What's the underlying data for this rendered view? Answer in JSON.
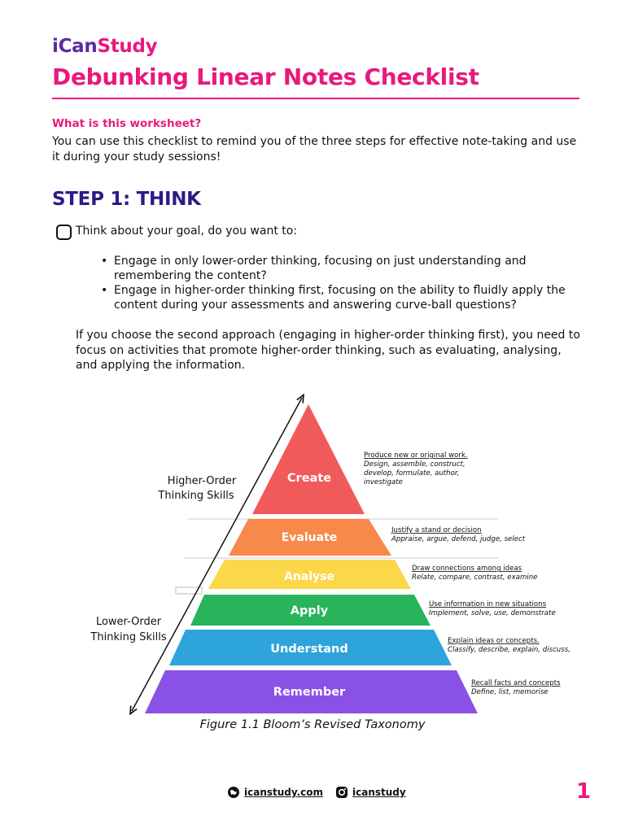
{
  "brand": {
    "logo_i": "i",
    "logo_can": "Can",
    "logo_study": "Study"
  },
  "title": "Debunking Linear Notes Checklist",
  "worksheet_question": "What is this worksheet?",
  "intro": "You can use this checklist to remind you of the three steps for effective note-taking and use it during your study sessions!",
  "step1": {
    "heading": "STEP 1: THINK",
    "checkbox_label": "Think about your goal, do you want to:",
    "bullets": [
      "Engage in only lower-order thinking, focusing on just understanding and remembering the content?",
      "Engage in higher-order thinking first, focusing on the ability to fluidly apply the content during your assessments and answering curve-ball questions?"
    ],
    "paragraph": "If you choose the second approach (engaging in higher-order thinking first), you need to focus on activities that promote higher-order thinking, such as evaluating, analysing, and applying the information."
  },
  "pyramid": {
    "higher_label": [
      "Higher-Order",
      "Thinking Skills"
    ],
    "lower_label": [
      "Lower-Order",
      "Thinking Skills"
    ],
    "levels": [
      {
        "name": "Create",
        "color": "#f15a5a",
        "desc_head": "Produce new or original work.",
        "desc_lines": [
          "Design, assemble, construct,",
          "develop, formulate, author,",
          "investigate"
        ]
      },
      {
        "name": "Evaluate",
        "color": "#f7894a",
        "desc_head": "Justify a stand or decision",
        "desc_lines": [
          "Appraise, argue, defend, judge, select"
        ]
      },
      {
        "name": "Analyse",
        "color": "#fbd74a",
        "desc_head": "Draw connections among ideas",
        "desc_lines": [
          "Relate, compare, contrast, examine"
        ]
      },
      {
        "name": "Apply",
        "color": "#27b45a",
        "desc_head": "Use information in new situations",
        "desc_lines": [
          "Implement, solve, use, demonstrate"
        ]
      },
      {
        "name": "Understand",
        "color": "#2ea4dc",
        "desc_head": "Explain ideas or concepts.",
        "desc_lines": [
          "Classify, describe, explain, discuss,"
        ]
      },
      {
        "name": "Remember",
        "color": "#8a51e6",
        "desc_head": "Recall facts and concepts",
        "desc_lines": [
          "Define, list, memorise"
        ]
      }
    ],
    "caption": "Figure 1.1 Bloom’s Revised Taxonomy"
  },
  "footer": {
    "website": "icanstudy.com",
    "instagram": "icanstudy",
    "page_number": "1"
  }
}
